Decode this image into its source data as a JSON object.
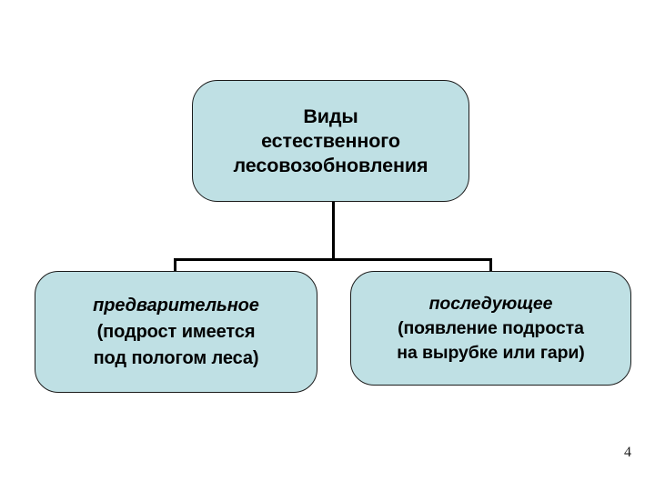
{
  "slide": {
    "background_color": "#ffffff",
    "page_number": "4"
  },
  "diagram": {
    "type": "hierarchy",
    "node_fill_color": "#bfe0e4",
    "node_border_color": "#1b1b1b",
    "connector_color": "#000000",
    "root": {
      "id": "node-root",
      "lines": [
        "Виды",
        "естественного",
        "лесовозобновления"
      ]
    },
    "children": [
      {
        "id": "node-advance",
        "lines": [
          "предварительное",
          "(подрост имеется",
          "под пологом леса)"
        ]
      },
      {
        "id": "node-subsequent",
        "lines": [
          "последующее",
          "(появление подроста",
          "на вырубке или гари)"
        ]
      }
    ]
  }
}
